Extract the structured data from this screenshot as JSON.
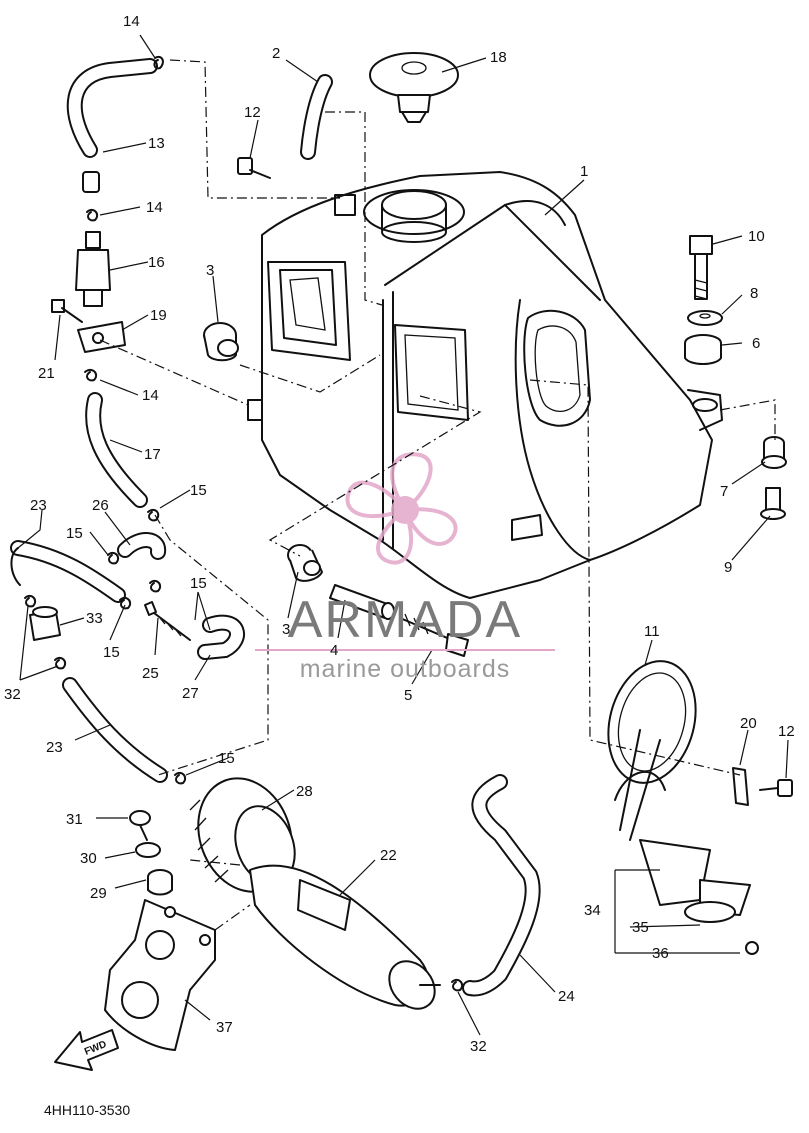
{
  "diagram": {
    "drawing_code": "4HH110-3530",
    "direction_label": "FWD",
    "watermark": {
      "brand": "ARMADA",
      "tagline": "marine outboards",
      "color": "#e2a6c8",
      "text_color": "#7a7a7a"
    },
    "parts": [
      {
        "id": "p1",
        "label": "1"
      },
      {
        "id": "p2",
        "label": "2"
      },
      {
        "id": "p3a",
        "label": "3"
      },
      {
        "id": "p3b",
        "label": "3"
      },
      {
        "id": "p4",
        "label": "4"
      },
      {
        "id": "p5",
        "label": "5"
      },
      {
        "id": "p6",
        "label": "6"
      },
      {
        "id": "p7",
        "label": "7"
      },
      {
        "id": "p8",
        "label": "8"
      },
      {
        "id": "p9",
        "label": "9"
      },
      {
        "id": "p10",
        "label": "10"
      },
      {
        "id": "p11",
        "label": "11"
      },
      {
        "id": "p12a",
        "label": "12"
      },
      {
        "id": "p12b",
        "label": "12"
      },
      {
        "id": "p13",
        "label": "13"
      },
      {
        "id": "p14a",
        "label": "14"
      },
      {
        "id": "p14b",
        "label": "14"
      },
      {
        "id": "p14c",
        "label": "14"
      },
      {
        "id": "p15a",
        "label": "15"
      },
      {
        "id": "p15b",
        "label": "15"
      },
      {
        "id": "p15c",
        "label": "15"
      },
      {
        "id": "p15d",
        "label": "15"
      },
      {
        "id": "p15e",
        "label": "15"
      },
      {
        "id": "p16",
        "label": "16"
      },
      {
        "id": "p17",
        "label": "17"
      },
      {
        "id": "p18",
        "label": "18"
      },
      {
        "id": "p19",
        "label": "19"
      },
      {
        "id": "p20",
        "label": "20"
      },
      {
        "id": "p21",
        "label": "21"
      },
      {
        "id": "p22",
        "label": "22"
      },
      {
        "id": "p23a",
        "label": "23"
      },
      {
        "id": "p23b",
        "label": "23"
      },
      {
        "id": "p24",
        "label": "24"
      },
      {
        "id": "p25",
        "label": "25"
      },
      {
        "id": "p26",
        "label": "26"
      },
      {
        "id": "p27",
        "label": "27"
      },
      {
        "id": "p28",
        "label": "28"
      },
      {
        "id": "p29",
        "label": "29"
      },
      {
        "id": "p30",
        "label": "30"
      },
      {
        "id": "p31",
        "label": "31"
      },
      {
        "id": "p32a",
        "label": "32"
      },
      {
        "id": "p32b",
        "label": "32"
      },
      {
        "id": "p33",
        "label": "33"
      },
      {
        "id": "p34",
        "label": "34"
      },
      {
        "id": "p35",
        "label": "35"
      },
      {
        "id": "p36",
        "label": "36"
      },
      {
        "id": "p37",
        "label": "37"
      }
    ]
  }
}
